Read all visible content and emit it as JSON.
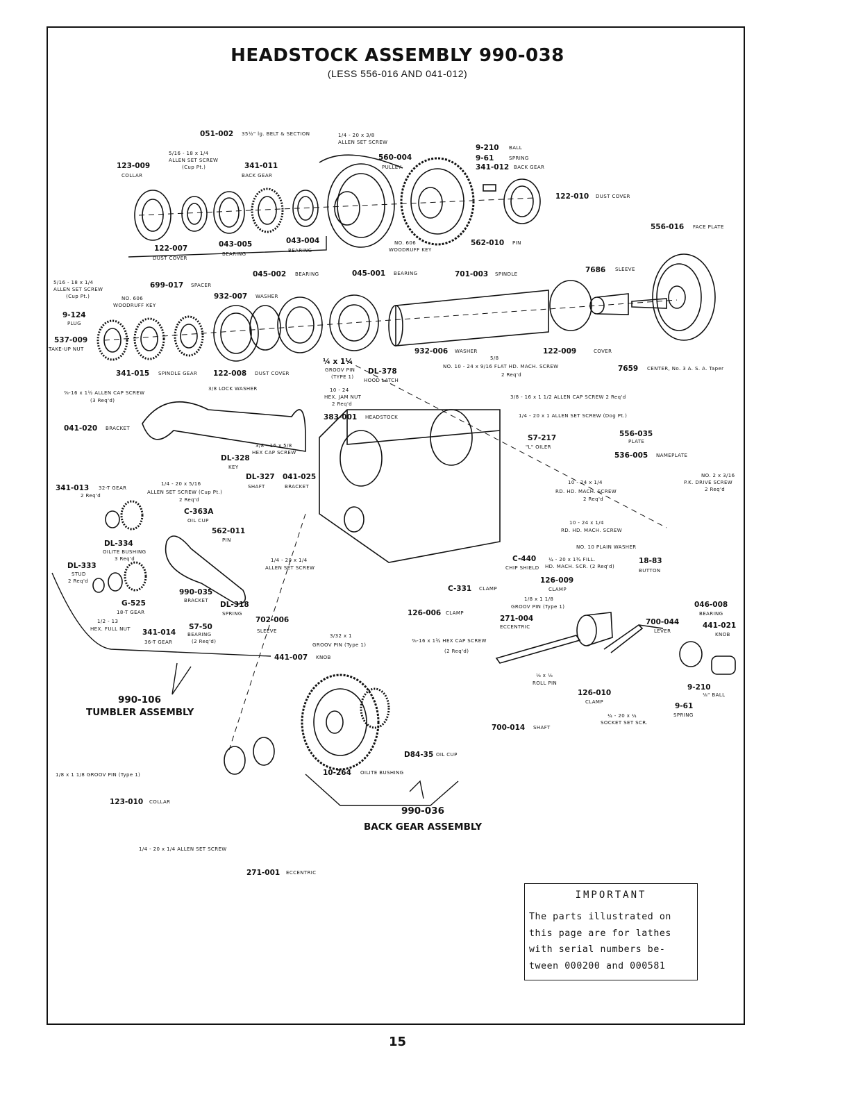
{
  "title": "HEADSTOCK ASSEMBLY 990-038",
  "subtitle": "(LESS 556-016 AND 041-012)",
  "labels": [
    {
      "num": "051-002",
      "desc": "35½\" lg. BELT & SECTION"
    },
    {
      "num": "",
      "desc": "1/4 - 20 x 3/8"
    },
    {
      "num": "",
      "desc": "ALLEN SET SCREW"
    },
    {
      "num": "9-210",
      "desc": "BALL"
    },
    {
      "num": "9-61",
      "desc": "SPRING"
    },
    {
      "num": "341-012",
      "desc": "BACK GEAR"
    },
    {
      "num": "560-004",
      "desc": ""
    },
    {
      "num": "",
      "desc": "PULLEY"
    },
    {
      "num": "",
      "desc": "5/16 - 18 x 1/4"
    },
    {
      "num": "",
      "desc": "ALLEN SET SCREW"
    },
    {
      "num": "",
      "desc": "(Cup Pt.)"
    },
    {
      "num": "123-009",
      "desc": ""
    },
    {
      "num": "",
      "desc": "COLLAR"
    },
    {
      "num": "341-011",
      "desc": ""
    },
    {
      "num": "",
      "desc": "BACK GEAR"
    },
    {
      "num": "122-010",
      "desc": "DUST COVER"
    },
    {
      "num": "556-016",
      "desc": "FACE PLATE"
    },
    {
      "num": "122-007",
      "desc": ""
    },
    {
      "num": "",
      "desc": "DUST COVER"
    },
    {
      "num": "043-005",
      "desc": ""
    },
    {
      "num": "",
      "desc": "BEARING"
    },
    {
      "num": "043-004",
      "desc": ""
    },
    {
      "num": "",
      "desc": "BEARING"
    },
    {
      "num": "",
      "desc": "NO. 606"
    },
    {
      "num": "",
      "desc": "WOODRUFF KEY"
    },
    {
      "num": "562-010",
      "desc": "PIN"
    },
    {
      "num": "7686",
      "desc": "SLEEVE"
    },
    {
      "num": "045-002",
      "desc": "BEARING"
    },
    {
      "num": "045-001",
      "desc": "BEARING"
    },
    {
      "num": "701-003",
      "desc": "SPINDLE"
    },
    {
      "num": "",
      "desc": "5/16 - 18 x 1/4"
    },
    {
      "num": "",
      "desc": "ALLEN SET SCREW"
    },
    {
      "num": "",
      "desc": "(Cup Pt.)"
    },
    {
      "num": "699-017",
      "desc": "SPACER"
    },
    {
      "num": "",
      "desc": "NO. 606"
    },
    {
      "num": "",
      "desc": "WOODRUFF KEY"
    },
    {
      "num": "932-007",
      "desc": "WASHER"
    },
    {
      "num": "9-124",
      "desc": ""
    },
    {
      "num": "",
      "desc": "PLUG"
    },
    {
      "num": "537-009",
      "desc": ""
    },
    {
      "num": "",
      "desc": "TAKE-UP NUT"
    },
    {
      "num": "932-006",
      "desc": "WASHER"
    },
    {
      "num": "122-009",
      "desc": "COVER"
    },
    {
      "num": "",
      "desc": "5/8"
    },
    {
      "num": "",
      "desc": "NO. 10 - 24 x 9/16  FLAT HD. MACH. SCREW"
    },
    {
      "num": "",
      "desc": "2 Req'd"
    },
    {
      "num": "7659",
      "desc": "CENTER, No. 3 A. S. A. Taper"
    },
    {
      "num": "341-015",
      "desc": "SPINDLE GEAR"
    },
    {
      "num": "122-008",
      "desc": "DUST COVER"
    },
    {
      "num": "¼ x 1¼",
      "desc": ""
    },
    {
      "num": "",
      "desc": "GROOV PIN"
    },
    {
      "num": "",
      "desc": "(TYPE 1)"
    },
    {
      "num": "DL-378",
      "desc": ""
    },
    {
      "num": "",
      "desc": "HOOD LATCH"
    },
    {
      "num": "",
      "desc": "⅜-16 x 1½ ALLEN CAP SCREW"
    },
    {
      "num": "",
      "desc": "(3 Req'd)"
    },
    {
      "num": "",
      "desc": "3/8  LOCK WASHER"
    },
    {
      "num": "",
      "desc": "10 - 24"
    },
    {
      "num": "",
      "desc": "HEX. JAM NUT"
    },
    {
      "num": "",
      "desc": "2 Req'd"
    },
    {
      "num": "",
      "desc": "3/8 - 16 x 1 1/2 ALLEN CAP SCREW  2 Req'd"
    },
    {
      "num": "383-001",
      "desc": "HEADSTOCK"
    },
    {
      "num": "",
      "desc": "1/4 - 20 x 1   ALLEN SET SCREW  (Dog Pt.)"
    },
    {
      "num": "041-020",
      "desc": "BRACKET"
    },
    {
      "num": "S7-217",
      "desc": ""
    },
    {
      "num": "",
      "desc": "\"L\" OILER"
    },
    {
      "num": "556-035",
      "desc": ""
    },
    {
      "num": "",
      "desc": "PLATE"
    },
    {
      "num": "",
      "desc": "3/8 - 16 x 5/8"
    },
    {
      "num": "",
      "desc": "HEX CAP SCREW"
    },
    {
      "num": "DL-328",
      "desc": ""
    },
    {
      "num": "",
      "desc": "KEY"
    },
    {
      "num": "536-005",
      "desc": "NAMEPLATE"
    },
    {
      "num": "DL-327",
      "desc": ""
    },
    {
      "num": "",
      "desc": "SHAFT"
    },
    {
      "num": "041-025",
      "desc": ""
    },
    {
      "num": "",
      "desc": "BRACKET"
    },
    {
      "num": "",
      "desc": "NO. 2 x 3/16"
    },
    {
      "num": "",
      "desc": "P.K. DRIVE SCREW"
    },
    {
      "num": "",
      "desc": "2 Req'd"
    },
    {
      "num": "",
      "desc": "10 - 24 x 1/4"
    },
    {
      "num": "",
      "desc": "RD. HD. MACH. SCREW"
    },
    {
      "num": "",
      "desc": "2 Req'd"
    },
    {
      "num": "341-013",
      "desc": "32-T GEAR"
    },
    {
      "num": "",
      "desc": "2 Req'd"
    },
    {
      "num": "",
      "desc": "1/4 - 20 x 5/16"
    },
    {
      "num": "",
      "desc": "ALLEN SET SCREW (Cup Pt.)"
    },
    {
      "num": "",
      "desc": "2 Req'd"
    },
    {
      "num": "C-363A",
      "desc": ""
    },
    {
      "num": "",
      "desc": "OIL CUP"
    },
    {
      "num": "562-011",
      "desc": ""
    },
    {
      "num": "",
      "desc": "PIN"
    },
    {
      "num": "",
      "desc": "10 - 24 x 1/4"
    },
    {
      "num": "",
      "desc": "RD. HD. MACH. SCREW"
    },
    {
      "num": "DL-334",
      "desc": ""
    },
    {
      "num": "",
      "desc": "OILITE BUSHING"
    },
    {
      "num": "",
      "desc": "3 Req'd"
    },
    {
      "num": "",
      "desc": "NO. 10   PLAIN WASHER"
    },
    {
      "num": "DL-333",
      "desc": ""
    },
    {
      "num": "",
      "desc": "STUD"
    },
    {
      "num": "",
      "desc": "2 Req'd"
    },
    {
      "num": "",
      "desc": "1/4 - 20 x 1/4"
    },
    {
      "num": "",
      "desc": "ALLEN SET SCREW"
    },
    {
      "num": "C-440",
      "desc": ""
    },
    {
      "num": "",
      "desc": "CHIP SHIELD"
    },
    {
      "num": "",
      "desc": "¼ - 20 x 1¾ FILL."
    },
    {
      "num": "",
      "desc": "HD. MACH. SCR. (2 Req'd)"
    },
    {
      "num": "18-83",
      "desc": ""
    },
    {
      "num": "",
      "desc": "BUTTON"
    },
    {
      "num": "990-035",
      "desc": ""
    },
    {
      "num": "",
      "desc": "BRACKET"
    },
    {
      "num": "126-009",
      "desc": ""
    },
    {
      "num": "",
      "desc": "CLAMP"
    },
    {
      "num": "C-331",
      "desc": "CLAMP"
    },
    {
      "num": "G-525",
      "desc": ""
    },
    {
      "num": "",
      "desc": "18-T GEAR"
    },
    {
      "num": "DL-318",
      "desc": ""
    },
    {
      "num": "",
      "desc": "SPRING"
    },
    {
      "num": "",
      "desc": "1/8 x 1 1/8"
    },
    {
      "num": "",
      "desc": "GROOV PIN (Type 1)"
    },
    {
      "num": "046-008",
      "desc": ""
    },
    {
      "num": "",
      "desc": "BEARING"
    },
    {
      "num": "126-006",
      "desc": "CLAMP"
    },
    {
      "num": "",
      "desc": "1/2 - 13"
    },
    {
      "num": "",
      "desc": "HEX. FULL NUT"
    },
    {
      "num": "341-014",
      "desc": ""
    },
    {
      "num": "",
      "desc": "36-T GEAR"
    },
    {
      "num": "S7-50",
      "desc": ""
    },
    {
      "num": "",
      "desc": "BEARING"
    },
    {
      "num": "",
      "desc": "(2 Req'd)"
    },
    {
      "num": "702-006",
      "desc": ""
    },
    {
      "num": "",
      "desc": "SLEEVE"
    },
    {
      "num": "271-004",
      "desc": ""
    },
    {
      "num": "",
      "desc": "ECCENTRIC"
    },
    {
      "num": "700-044",
      "desc": ""
    },
    {
      "num": "",
      "desc": "LEVER"
    },
    {
      "num": "441-021",
      "desc": ""
    },
    {
      "num": "",
      "desc": "KNOB"
    },
    {
      "num": "",
      "desc": "3/32 x 1"
    },
    {
      "num": "",
      "desc": "GROOV PIN (Type 1)"
    },
    {
      "num": "",
      "desc": "⅜-16 x 1¾ HEX CAP SCREW"
    },
    {
      "num": "",
      "desc": "(2 Req'd)"
    },
    {
      "num": "441-007",
      "desc": "KNOB"
    },
    {
      "num": "",
      "desc": "⅛ x ⅛"
    },
    {
      "num": "",
      "desc": "ROLL PIN"
    },
    {
      "num": "9-210",
      "desc": ""
    },
    {
      "num": "",
      "desc": "⅛\" BALL"
    },
    {
      "num": "126-010",
      "desc": ""
    },
    {
      "num": "",
      "desc": "CLAMP"
    },
    {
      "num": "9-61",
      "desc": ""
    },
    {
      "num": "",
      "desc": "SPRING"
    },
    {
      "num": "",
      "desc": "¼ - 20 x ¼"
    },
    {
      "num": "",
      "desc": "SOCKET SET SCR."
    },
    {
      "num": "700-014",
      "desc": "SHAFT"
    },
    {
      "num": "D84-35",
      "desc": "OIL CUP"
    },
    {
      "num": "",
      "desc": "1/8 x 1 1/8   GROOV PIN (Type 1)"
    },
    {
      "num": "10-264",
      "desc": "OILITE BUSHING"
    },
    {
      "num": "123-010",
      "desc": "COLLAR"
    },
    {
      "num": "",
      "desc": "1/4 - 20 x 1/4   ALLEN SET SCREW"
    },
    {
      "num": "271-001",
      "desc": "ECCENTRIC"
    }
  ],
  "subassemblies": [
    {
      "num": "990-106",
      "name": "TUMBLER ASSEMBLY"
    },
    {
      "num": "990-036",
      "name": "BACK GEAR ASSEMBLY"
    }
  ],
  "important": {
    "title": "IMPORTANT",
    "lines": [
      "The parts illustrated on",
      "this page are for lathes",
      "with serial numbers be-",
      "tween 000200 and 000581"
    ]
  },
  "page_number": "15"
}
